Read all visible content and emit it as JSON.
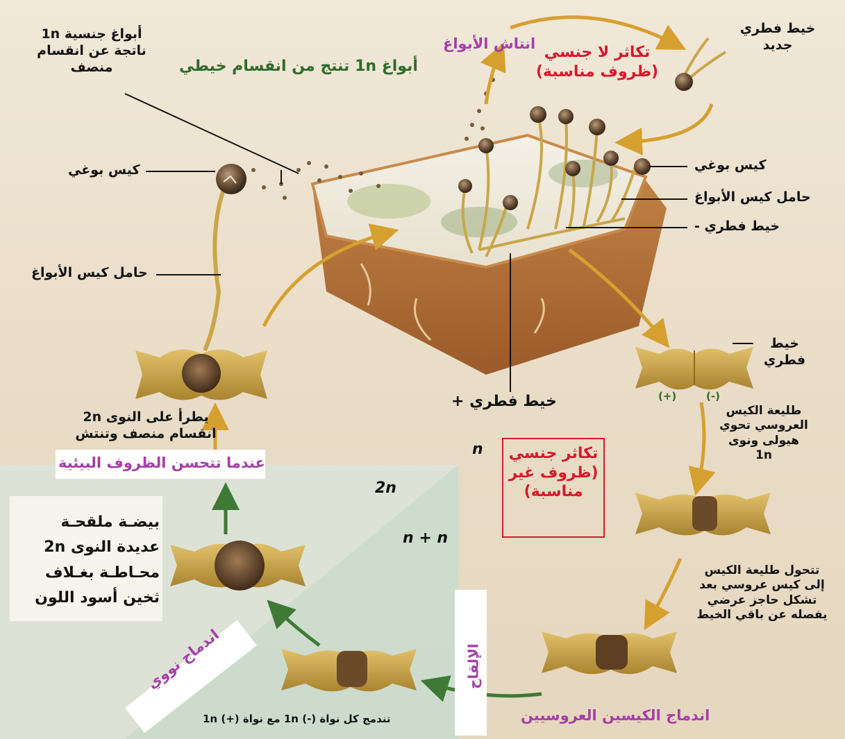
{
  "labels": {
    "sexual_spores_1n": [
      "أبواغ جنسية 1n",
      "ناتجة عن انقسام",
      "منصف"
    ],
    "mitotic_spores": "أبواغ 1n تنتج من انقسام خيطي",
    "spore_dispersal": "انتاش الأبواغ",
    "asexual_repro": [
      "تكاثر لا جنسي",
      "(ظروف مناسبة)"
    ],
    "new_hypha": [
      "خيط فطري",
      "جديد"
    ],
    "sporangium_left": "كيس بوغي",
    "sporangium_right": "كيس بوغي",
    "sporangiophore_right": "حامل كيس الأبواغ",
    "hypha_minus": "خيط فطري -",
    "sporangiophore_left": "حامل كيس الأبواغ",
    "hypha_plus": "خيط فطري +",
    "hypha_right": [
      "خيط",
      "فطري"
    ],
    "plus_sign": "(+)",
    "minus_sign": "(-)",
    "progametangium": [
      "طليعة الكيس",
      "العروسي تحوي",
      "هيولى ونوى",
      "1n"
    ],
    "meiosis_note": [
      "يطرأ على النوى 2n",
      "انقسام منصف وتنتش"
    ],
    "conditions_improve": "عندما تتحسن الظروف البيئية",
    "sexual_repro": [
      "تكاثر جنسي",
      "(ظروف غير",
      "مناسبة)"
    ],
    "n_label": "n",
    "two_n_label": "2n",
    "n_plus_n_label": "n + n",
    "zygote_desc": [
      "بيضـة ملقحـة",
      "عديدة النوى 2n",
      "محـاطـة بغـلاف",
      "ثخين أسود اللون"
    ],
    "gametangium_forms": [
      "تتحول طليعة الكيس",
      "إلى كيس عروسي بعد",
      "تشكل حاجز عرضي",
      "يفصله عن باقي الخيط"
    ],
    "nuclear_fusion": "اندماج نووي",
    "fertilization": "الإلقاح",
    "gametangia_fusion": "اندماج الكيسين العروسيين",
    "nuclei_fuse": "تندمج كل نواة (-) 1n مع نواة (+) 1n"
  },
  "colors": {
    "arrow_gold": "#d6a030",
    "arrow_green": "#3e7a35",
    "hypha": "#c9a64a",
    "sporangium": "#6e5238",
    "red_box": "#d8192a"
  }
}
